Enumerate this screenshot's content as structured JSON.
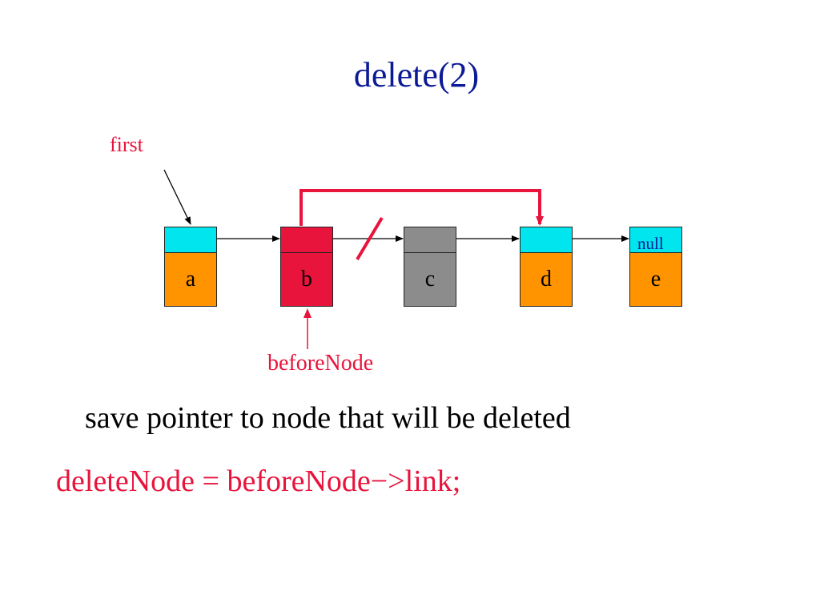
{
  "title": "delete(2)",
  "labels": {
    "first": "first",
    "before_node": "beforeNode",
    "null": "null"
  },
  "nodes": [
    {
      "value": "a",
      "pointer_color": "#00e5ee",
      "value_color": "#ff9400"
    },
    {
      "value": "b",
      "pointer_color": "#e8143c",
      "value_color": "#e8143c"
    },
    {
      "value": "c",
      "pointer_color": "#8c8c8c",
      "value_color": "#8c8c8c"
    },
    {
      "value": "d",
      "pointer_color": "#00e5ee",
      "value_color": "#ff9400"
    },
    {
      "value": "e",
      "pointer_color": "#00e5ee",
      "value_color": "#ff9400"
    }
  ],
  "caption": "save pointer to node that will be deleted",
  "code": "deleteNode = beforeNode−>link;",
  "colors": {
    "title": "#0b1a96",
    "highlight": "#e8143c",
    "null_text": "#0b1a96"
  }
}
